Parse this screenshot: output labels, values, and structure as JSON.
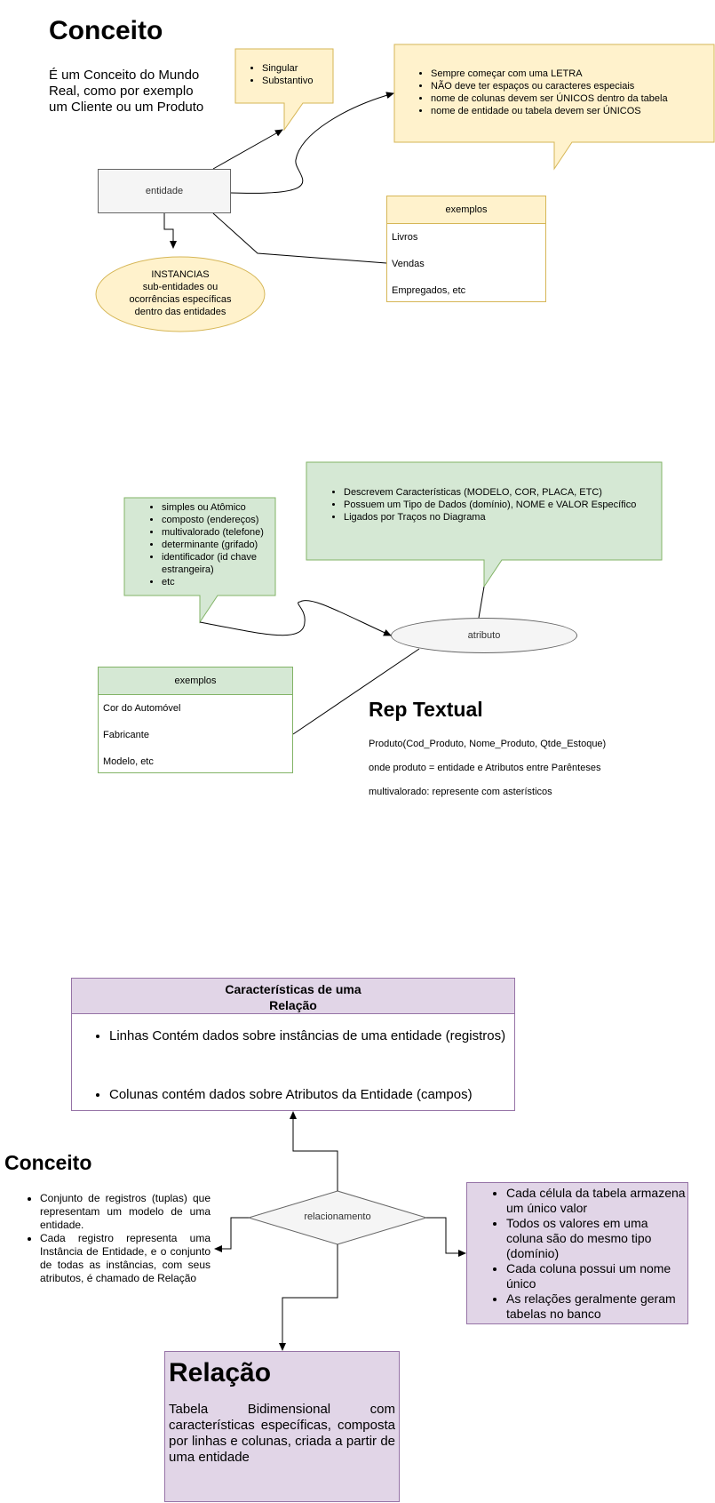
{
  "section1": {
    "title": "Conceito",
    "description": "É um Conceito do Mundo Real, como por exemplo um Cliente ou um Produto",
    "entity_label": "entidade",
    "callout_left_items": [
      "Singular",
      "Substantivo"
    ],
    "callout_right_items": [
      "Sempre começar com uma LETRA",
      "NÃO deve ter espaços ou caracteres especiais",
      "nome de colunas devem ser ÚNICOS dentro da tabela",
      "nome de entidade ou tabela devem ser ÚNICOS"
    ],
    "examples": {
      "header": "exemplos",
      "items": [
        "Livros",
        "Vendas",
        "Empregados, etc"
      ]
    },
    "cloud_lines": [
      "INSTANCIAS",
      "sub-entidades ou",
      "ocorrências específicas",
      "dentro das entidades"
    ]
  },
  "section2": {
    "attribute_label": "atributo",
    "callout_left_items": [
      "simples ou Atômico",
      "composto (endereços)",
      "multivalorado (telefone)",
      "determinante (grifado)",
      "identificador (id chave estrangeira)",
      "etc"
    ],
    "callout_right_items": [
      "Descrevem Características (MODELO, COR, PLACA, ETC)",
      "Possuem um Tipo de Dados (domínio), NOME e VALOR Específico",
      "Ligados por Traços no Diagrama"
    ],
    "examples": {
      "header": "exemplos",
      "items": [
        "Cor do Automóvel",
        "Fabricante",
        "Modelo, etc"
      ]
    },
    "rep_textual": {
      "title": "Rep Textual",
      "lines": [
        "Produto(Cod_Produto, Nome_Produto, Qtde_Estoque)",
        "onde produto = entidade e Atributos entre Parênteses",
        "multivalorado: represente com asterísticos"
      ]
    }
  },
  "section3": {
    "characteristics": {
      "title_line1": "Características de uma",
      "title_line2": "Relação",
      "items": [
        "Linhas Contém dados sobre instâncias de uma entidade (registros)",
        "Colunas contém dados sobre Atributos da Entidade (campos)"
      ]
    },
    "concept": {
      "title": "Conceito",
      "items": [
        "Conjunto de registros  (tuplas) que representam um modelo de uma entidade.",
        "Cada registro representa uma Instância de Entidade, e o conjunto de todas as instâncias, com seus atributos, é chamado de Relação"
      ]
    },
    "diamond_label": "relacionamento",
    "rules_items": [
      "Cada célula da tabela armazena um único valor",
      "Todos os valores em uma coluna são do mesmo tipo (domínio)",
      "Cada coluna possui um nome único",
      "As relações geralmente geram tabelas no banco"
    ],
    "relation": {
      "title": "Relação",
      "description": "Tabela Bidimensional com características específicas, composta por linhas e colunas, criada a partir de uma entidade"
    }
  },
  "colors": {
    "yellow_fill": "#fff2cc",
    "yellow_stroke": "#d6b656",
    "green_fill": "#d5e8d4",
    "green_stroke": "#82b366",
    "purple_fill": "#e1d5e7",
    "purple_stroke": "#9673a6",
    "gray_fill": "#f5f5f5",
    "gray_stroke": "#666666"
  }
}
